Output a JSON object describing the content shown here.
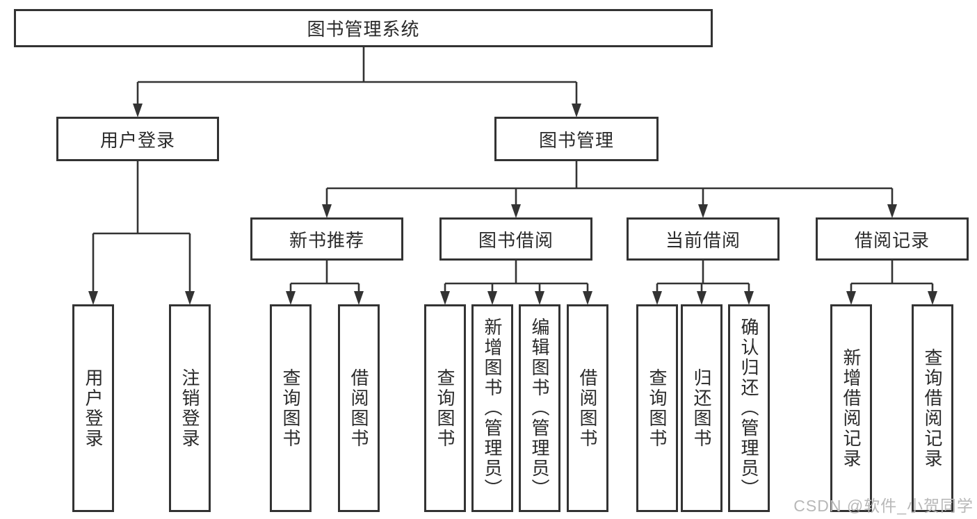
{
  "diagram_title": "图书管理系统",
  "colors": {
    "line": "#333333",
    "box_border": "#333333",
    "box_background": "#ffffff",
    "text": "#2a2a2a",
    "watermark": "#b8b8b8"
  },
  "tree": {
    "root": {
      "label": "图书管理系统",
      "children": [
        {
          "label": "用户登录",
          "children": [
            {
              "label": "用户登录"
            },
            {
              "label": "注销登录"
            }
          ]
        },
        {
          "label": "图书管理",
          "children": [
            {
              "label": "新书推荐",
              "children": [
                {
                  "label": "查询图书"
                },
                {
                  "label": "借阅图书"
                }
              ]
            },
            {
              "label": "图书借阅",
              "children": [
                {
                  "label": "查询图书"
                },
                {
                  "label": "新增图书（管理员）"
                },
                {
                  "label": "编辑图书（管理员）"
                },
                {
                  "label": "借阅图书"
                }
              ]
            },
            {
              "label": "当前借阅",
              "children": [
                {
                  "label": "查询图书"
                },
                {
                  "label": "归还图书"
                },
                {
                  "label": "确认归还（管理员）"
                }
              ]
            },
            {
              "label": "借阅记录",
              "children": [
                {
                  "label": "新增借阅记录"
                },
                {
                  "label": "查询借阅记录"
                }
              ]
            }
          ]
        }
      ]
    }
  },
  "watermark": {
    "text": "CSDN @软件_小贺同学"
  }
}
